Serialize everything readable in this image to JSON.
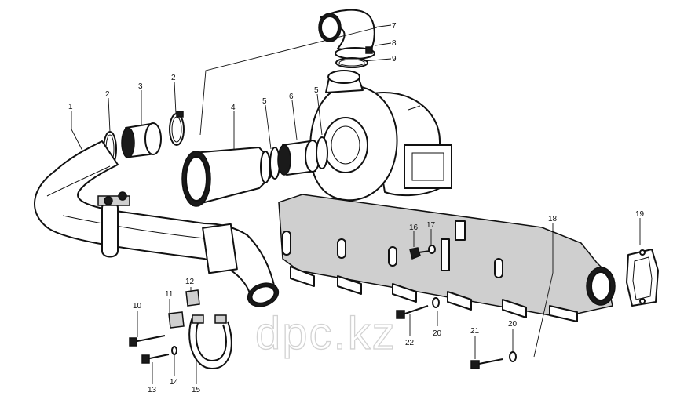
{
  "diagram": {
    "watermark": "dpc.kz",
    "callouts": [
      {
        "id": "c1",
        "label": "1"
      },
      {
        "id": "c2a",
        "label": "2"
      },
      {
        "id": "c2b",
        "label": "2"
      },
      {
        "id": "c3",
        "label": "3"
      },
      {
        "id": "c4",
        "label": "4"
      },
      {
        "id": "c5a",
        "label": "5"
      },
      {
        "id": "c5b",
        "label": "5"
      },
      {
        "id": "c6",
        "label": "6"
      },
      {
        "id": "c7",
        "label": "7"
      },
      {
        "id": "c8",
        "label": "8"
      },
      {
        "id": "c9",
        "label": "9"
      },
      {
        "id": "c10",
        "label": "10"
      },
      {
        "id": "c11",
        "label": "11"
      },
      {
        "id": "c12",
        "label": "12"
      },
      {
        "id": "c13",
        "label": "13"
      },
      {
        "id": "c14",
        "label": "14"
      },
      {
        "id": "c15",
        "label": "15"
      },
      {
        "id": "c16",
        "label": "16"
      },
      {
        "id": "c17",
        "label": "17"
      },
      {
        "id": "c18",
        "label": "18"
      },
      {
        "id": "c19",
        "label": "19"
      },
      {
        "id": "c20a",
        "label": "20"
      },
      {
        "id": "c20b",
        "label": "20"
      },
      {
        "id": "c21",
        "label": "21"
      },
      {
        "id": "c22",
        "label": "22"
      }
    ],
    "colors": {
      "line": "#111111",
      "watermark": "#d2d2d2",
      "background": "#ffffff"
    }
  }
}
